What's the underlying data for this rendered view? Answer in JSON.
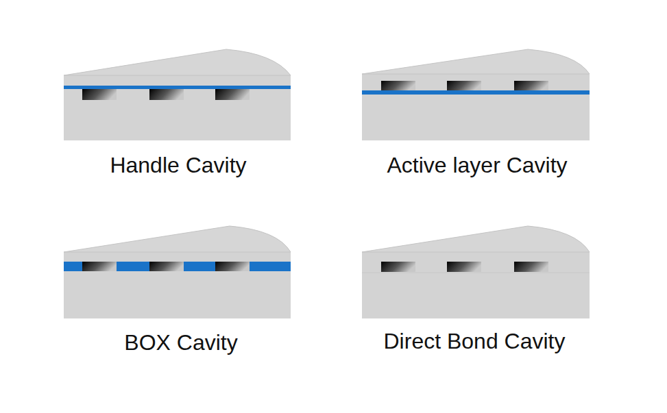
{
  "diagram": {
    "labels": [
      "Handle Cavity",
      "Active layer Cavity",
      "BOX Cavity",
      "Direct Bond Cavity"
    ]
  }
}
